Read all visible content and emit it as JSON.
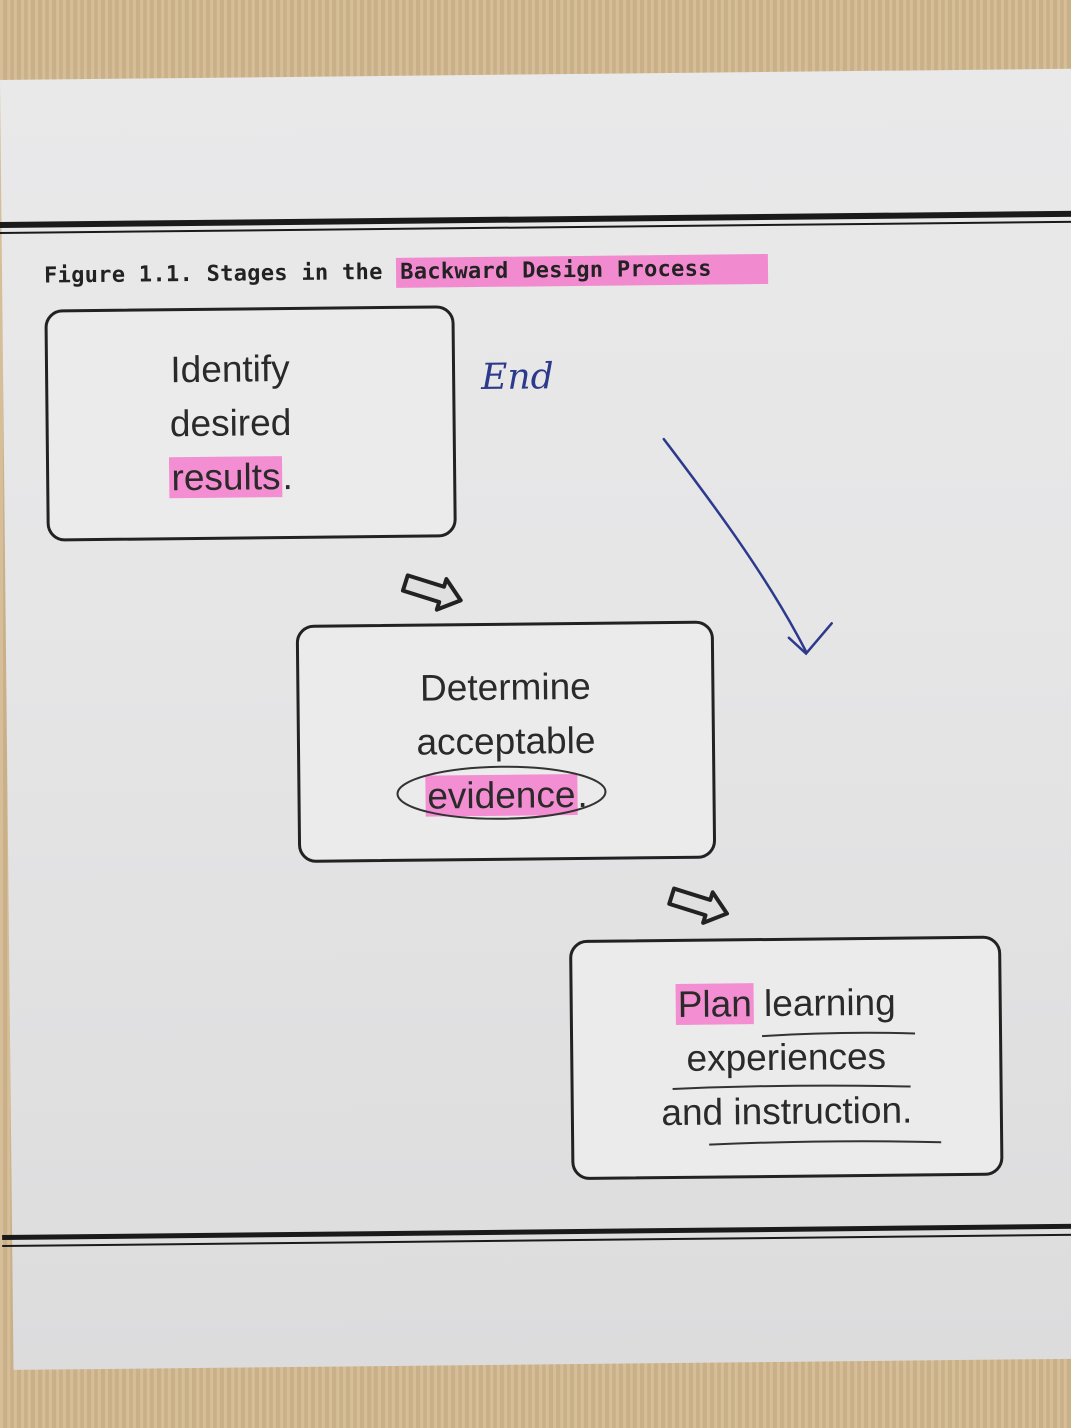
{
  "caption": {
    "prefix": "Figure 1.1. Stages in the ",
    "highlight": "Backward Design Process"
  },
  "stages": [
    {
      "lines": [
        "Identify",
        "desired"
      ],
      "last_line": {
        "highlight": "results",
        "rest": "."
      }
    },
    {
      "lines": [
        "Determine",
        "acceptable"
      ],
      "last_line": {
        "highlight": "evidence",
        "rest": "."
      }
    },
    {
      "first_line": {
        "highlight": "Plan",
        "rest": " learning"
      },
      "lines": [
        "experiences",
        "and instruction."
      ]
    }
  ],
  "annotation": {
    "text": "End",
    "ink_color": "#2d3a8c"
  },
  "highlight_color": "#f28ad0",
  "icons": [
    "arrow-right-icon",
    "arrow-right-icon",
    "hand-drawn-arrow-icon"
  ]
}
